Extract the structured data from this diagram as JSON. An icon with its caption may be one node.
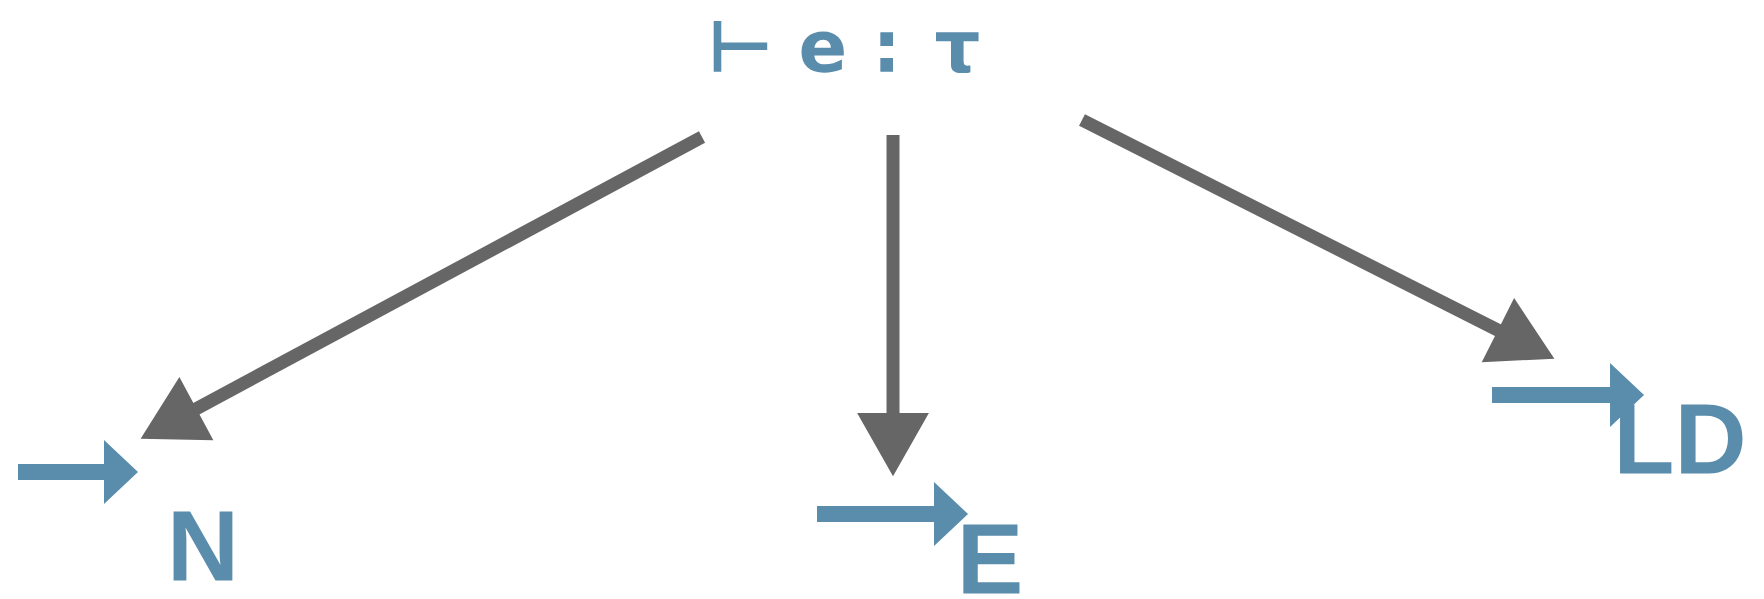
{
  "diagram": {
    "nodes": [
      {
        "text": [
          "⊢ e : τ"
        ]
      },
      {
        "text": [
          "N"
        ]
      },
      {
        "text": [
          "E"
        ]
      },
      {
        "text": [
          "LD"
        ]
      }
    ],
    "edges": [
      {
        "from": 0,
        "to": 1,
        "arrow": "to"
      },
      {
        "from": 0,
        "to": 2,
        "arrow": "to"
      },
      {
        "from": 0,
        "to": 3,
        "arrow": "to"
      }
    ]
  }
}
